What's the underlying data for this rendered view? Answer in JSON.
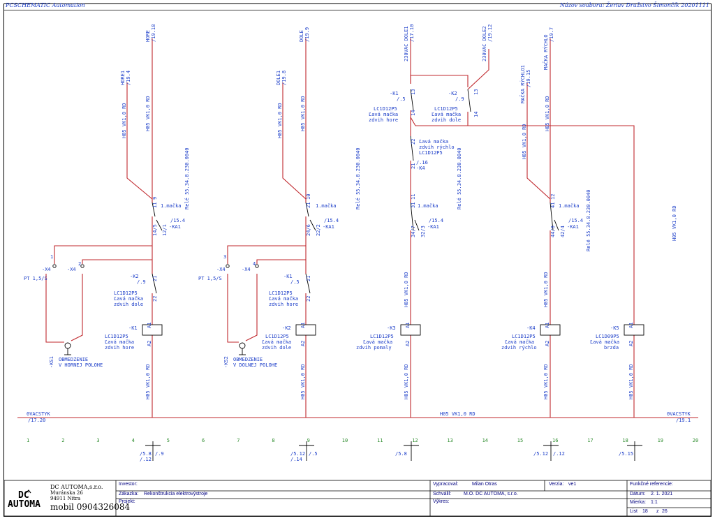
{
  "header": {
    "left": "PCSCHEMATIC Automation",
    "right": "Názov souboru: Žeriav Družstvo Šimončík 20201111"
  },
  "colors": {
    "wire": "#c0282d",
    "text": "#1a3cc8",
    "frame": "#000000",
    "column_numbers": "#2a8a2a"
  },
  "wire_labels": {
    "hore": "HORE",
    "hore_ref": "/19.18",
    "hore1": "HORE1",
    "hore1_ref": "/19.4",
    "dole": "DOLE",
    "dole_ref": "/19.9",
    "dole1": "DOLE1",
    "dole1_ref": "/19.8",
    "dole_top1": "230VAC DOLE1",
    "dole_top1_ref": "/17.10",
    "dole_top2": "230VAC DOLE2",
    "dole_top2_ref": "/19.12",
    "rychlo": "MAČKA RÝCHLO",
    "rychlo_ref": "/19.7",
    "rychlo1": "MAČKA RÝCHLO1",
    "rychlo1_ref": "/19.15",
    "cable_h05_rd": "H05 VK1,0 RD",
    "cable_h05_rd_vertical": "H05 VK1,0 RD",
    "cable_h05_rd_right": "H05 VK1,0 RD",
    "left_bus": "0VACSTYK",
    "left_bus_ref": "/17.20",
    "right_bus": "0VACSTYK",
    "right_bus_ref": "/19.1"
  },
  "relay_ka1": {
    "tag": "-KA1",
    "refs": [
      "/15.4",
      "/15.4",
      "/15.4",
      "/15.4"
    ],
    "label": "1.mačka",
    "relay_code": "Relé 55.34.8.230.0040",
    "pins_1": [
      "11",
      "9",
      "14/5",
      "12/1"
    ],
    "pins_2": [
      "21",
      "10",
      "24/6",
      "22/2"
    ],
    "pins_3": [
      "31",
      "11",
      "34/7",
      "32/3"
    ],
    "pins_4": [
      "41",
      "12",
      "44/8",
      "42/4"
    ]
  },
  "terminals": {
    "x4": "-X4",
    "pins": [
      "1",
      "2",
      "3",
      "4"
    ],
    "pt": "PT 1,5/S"
  },
  "limit_switches": {
    "ks1": "-KS1",
    "ks1_text1": "OBMEDZENIE",
    "ks1_text2": "V HORNEJ POLOHE",
    "ks2": "-KS2",
    "ks2_text1": "OBMEDZENIE",
    "ks2_text2": "V DOLNEJ POLOHE"
  },
  "interlocks": {
    "k2_tag": "-K2",
    "k2_ref": "/.9",
    "k2_pins": [
      "21",
      "22"
    ],
    "k2_type": "LC1D12P5",
    "k2_desc1": "Ľavá mačka",
    "k2_desc2": "zdvih dole",
    "k1_tag": "-K1",
    "k1_ref": "/.5",
    "k1_pins": [
      "21",
      "22"
    ],
    "k1_type": "LC1D12P5",
    "k1_desc1": "Ľavá mačka",
    "k1_desc2": "zdvih hore"
  },
  "top_contacts": {
    "k1_tag": "-K1",
    "k1_ref": "/.5",
    "k1_pins": [
      "13",
      "14"
    ],
    "k1_type": "LC1D12P5",
    "k1_desc1": "Ľavá mačka",
    "k1_desc2": "zdvih hore",
    "k2_tag": "-K2",
    "k2_ref": "/.9",
    "k2_pins": [
      "13",
      "14"
    ],
    "k2_type": "LC1D12P5",
    "k2_desc1": "Ľavá mačka",
    "k2_desc2": "zdvih dole",
    "k4_tag": "-K4",
    "k4_ref": "/.16",
    "k4_pins": [
      "22",
      "21"
    ],
    "k4_type": "LC1D12P5",
    "k4_desc1": "Ľavá mačka",
    "k4_desc2": "zdvih rýchlo"
  },
  "coils": [
    {
      "tag": "-K1",
      "type": "LC1D12P5",
      "desc1": "Ľavá mačka",
      "desc2": "zdvih hore"
    },
    {
      "tag": "-K2",
      "type": "LC1D12P5",
      "desc1": "Ľavá mačka",
      "desc2": "zdvih dole"
    },
    {
      "tag": "-K3",
      "type": "LC1D12P5",
      "desc1": "Ľavá mačka",
      "desc2": "zdvih pomaly"
    },
    {
      "tag": "-K4",
      "type": "LC1D12P5",
      "desc1": "Ľavá mačka",
      "desc2": "zdvih rýchlo"
    },
    {
      "tag": "-K5",
      "type": "LC1D09P5",
      "desc1": "Ľavá mačka",
      "desc2": "brzda"
    }
  ],
  "coil_pins": [
    "A1",
    "A2"
  ],
  "columns": [
    "1",
    "2",
    "3",
    "4",
    "5",
    "6",
    "7",
    "8",
    "9",
    "10",
    "11",
    "12",
    "13",
    "14",
    "15",
    "16",
    "17",
    "18",
    "19",
    "20"
  ],
  "cross_refs": [
    {
      "lines": [
        "/5.8",
        "/.12"
      ],
      "lines2": [
        "/.9"
      ]
    },
    {
      "lines": [
        "/5.12",
        "/.14"
      ],
      "lines2": [
        "/.5"
      ]
    },
    {
      "lines": [
        "/5.8"
      ],
      "lines2": []
    },
    {
      "lines": [
        "/5.12"
      ],
      "lines2": [
        "/.12"
      ]
    },
    {
      "lines": [
        "/5.15"
      ],
      "lines2": []
    }
  ],
  "title_block": {
    "company": "DC AUTOMA,s.r.o.",
    "street": "Muránska 26",
    "city": "94911 Nitra",
    "logo_top": "DC",
    "logo_bottom": "AUTOMA",
    "mobil": "mobil 0904326084",
    "investor_label": "Investor:",
    "zakazka_label": "Zákazka:",
    "zakazka_value": "Rekonštrukcia elektrovýstroje",
    "projekt_label": "Projekt:",
    "vypracoval_label": "Vypracoval:",
    "vypracoval_value": "Milan Otras",
    "schvalil_label": "Schválil:",
    "schvalil_value": "M.O. DC AUTOMA, s.r.o.",
    "vykres_label": "Výkres:",
    "verzia_label": "Verzia:",
    "verzia_value": "ve1",
    "funkcne_label": "Funkčné referencie:",
    "datum_label": "Dátum:",
    "datum_value": "2. 1. 2021",
    "mierka_label": "Mierka:",
    "mierka_value": "1:1",
    "list_label": "List",
    "list_value": "18",
    "z_label": "z",
    "z_value": "26"
  }
}
